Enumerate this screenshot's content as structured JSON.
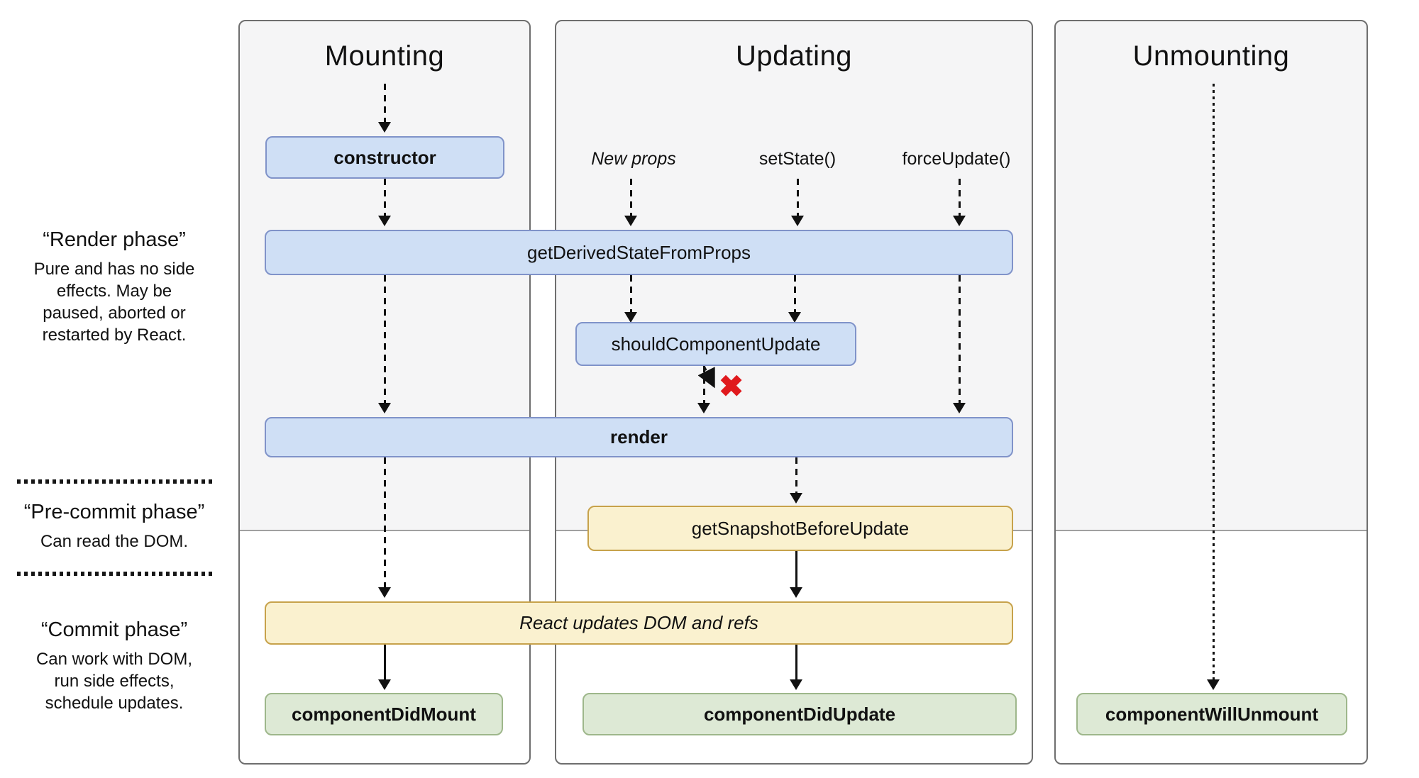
{
  "sidebar": {
    "phases": [
      {
        "title": "“Render phase”",
        "body": "Pure and has no side\neffects. May be\npaused, aborted or\nrestarted by React."
      },
      {
        "title": "“Pre-commit phase”",
        "body": "Can read the DOM."
      },
      {
        "title": "“Commit phase”",
        "body": "Can work with DOM,\nrun side effects,\nschedule updates."
      }
    ]
  },
  "columns": [
    {
      "title": "Mounting"
    },
    {
      "title": "Updating"
    },
    {
      "title": "Unmounting"
    }
  ],
  "triggers": {
    "new_props": "New props",
    "set_state": "setState()",
    "force_update": "forceUpdate()"
  },
  "boxes": {
    "constructor": {
      "label": "constructor"
    },
    "get_derived_state_from_props": {
      "label": "getDerivedStateFromProps"
    },
    "should_component_update": {
      "label": "shouldComponentUpdate"
    },
    "render": {
      "label": "render"
    },
    "get_snapshot_before_update": {
      "label": "getSnapshotBeforeUpdate"
    },
    "react_updates_dom": {
      "label": "React updates DOM and refs"
    },
    "component_did_mount": {
      "label": "componentDidMount"
    },
    "component_did_update": {
      "label": "componentDidUpdate"
    },
    "component_will_unmount": {
      "label": "componentWillUnmount"
    }
  },
  "icons": {
    "update_blocked_x": "✖"
  },
  "colors": {
    "panel_fill": "#f5f5f6",
    "panel_border": "#6e6e6e",
    "blue_fill": "#cfdff5",
    "blue_border": "#8093c9",
    "yellow_fill": "#faf1cf",
    "yellow_border": "#c7a24b",
    "green_fill": "#dde9d5",
    "green_border": "#9eb78b",
    "arrow": "#111111",
    "red_x": "#e0191d"
  }
}
